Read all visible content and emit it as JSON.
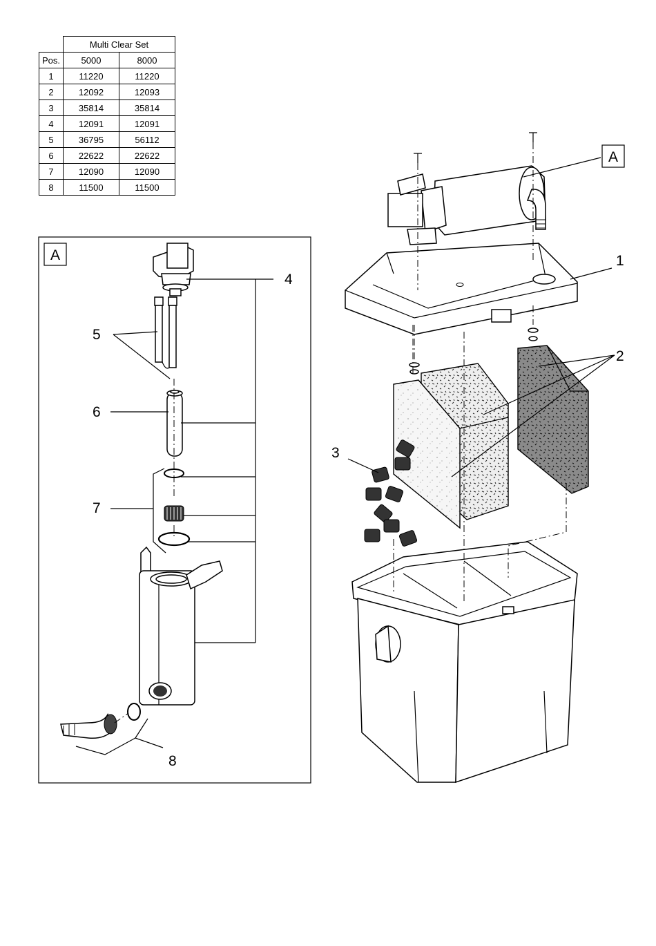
{
  "table": {
    "title": "Multi Clear Set",
    "col_pos": "Pos.",
    "col_a": "5000",
    "col_b": "8000",
    "rows": [
      {
        "pos": "1",
        "a": "11220",
        "b": "11220"
      },
      {
        "pos": "2",
        "a": "12092",
        "b": "12093"
      },
      {
        "pos": "3",
        "a": "35814",
        "b": "35814"
      },
      {
        "pos": "4",
        "a": "12091",
        "b": "12091"
      },
      {
        "pos": "5",
        "a": "36795",
        "b": "56112"
      },
      {
        "pos": "6",
        "a": "22622",
        "b": "22622"
      },
      {
        "pos": "7",
        "a": "12090",
        "b": "12090"
      },
      {
        "pos": "8",
        "a": "11500",
        "b": "11500"
      }
    ]
  },
  "detail_box_label": "A",
  "main_callout_label": "A",
  "callouts": {
    "c1": "1",
    "c2": "2",
    "c3": "3",
    "c4": "4",
    "c5": "5",
    "c6": "6",
    "c7": "7",
    "c8": "8"
  },
  "colors": {
    "line": "#000000",
    "foam_dark": "#8a8a8a",
    "foam_light": "#f4f4f4"
  }
}
